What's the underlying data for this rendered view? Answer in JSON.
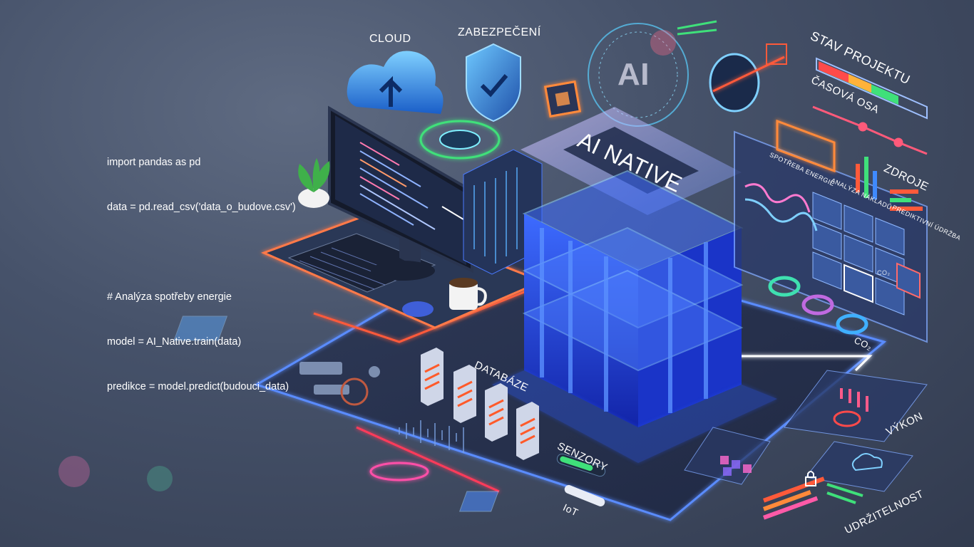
{
  "code": {
    "lines": [
      "import pandas as pd",
      "data = pd.read_csv('data_o_budove.csv')",
      "",
      "# Analýza spotřeby energie",
      "model = AI_Native.train(data)",
      "predikce = model.predict(budouci_data)"
    ]
  },
  "labels": {
    "cloud": "CLOUD",
    "security": "ZABEZPEČENÍ",
    "project_status": "STAV PROJEKTU",
    "timeline": "ČASOVÁ OSA",
    "resources": "ZDROJE",
    "energy": "SPOTŘEBA ENERGIE",
    "cost_analysis": "ANALÝZA NÁKLADŮ",
    "predictive_maintenance": "PREDIKTIVNÍ ÚDRŽBA",
    "ai_native": "AI NATIVE",
    "ai_letters": "AI",
    "co2_ring": "CO₂",
    "co2_tile": "CO₂",
    "database": "DATABÁZE",
    "sensors": "SENZORY",
    "iot": "IoT",
    "performance": "VÝKON",
    "sustainability": "UDRŽITELNOST"
  },
  "colors": {
    "background": "#46526a",
    "accent_blue": "#2f6bff",
    "neon_orange": "#ff6a3a",
    "neon_pink": "#ff3fa8",
    "neon_cyan": "#37d7ff",
    "neon_green": "#40e07a"
  },
  "icons": [
    "cloud-upload-icon",
    "shield-check-icon",
    "chip-icon",
    "ai-brain-icon",
    "lens-icon",
    "plant-icon",
    "mug-icon",
    "recycle-icon",
    "lock-icon",
    "leaf-icon"
  ]
}
